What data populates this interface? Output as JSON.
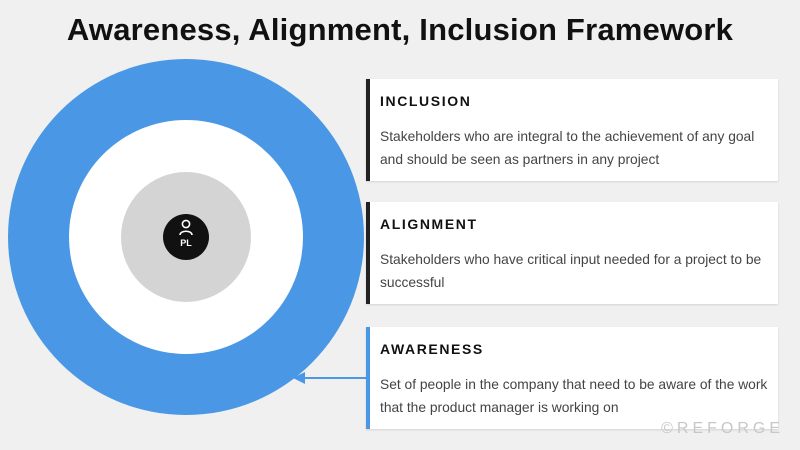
{
  "title": "Awareness, Alignment, Inclusion Framework",
  "center": {
    "label": "PL",
    "icon": "person-icon"
  },
  "cards": [
    {
      "heading": "INCLUSION",
      "text": "Stakeholders who are integral to the achievement of any goal and should be seen as partners in any project"
    },
    {
      "heading": "ALIGNMENT",
      "text": "Stakeholders who have critical input needed for a project to be successful"
    },
    {
      "heading": "AWARENESS",
      "text": "Set of people in the company that need to be aware of the work that the product manager is working on"
    }
  ],
  "watermark": "©REFORGE",
  "colors": {
    "outer_ring": "#4a98e5",
    "middle_ring": "#ffffff",
    "inner_circle": "#d4d4d4",
    "badge": "#111111",
    "arrow": "#4a98e5"
  }
}
